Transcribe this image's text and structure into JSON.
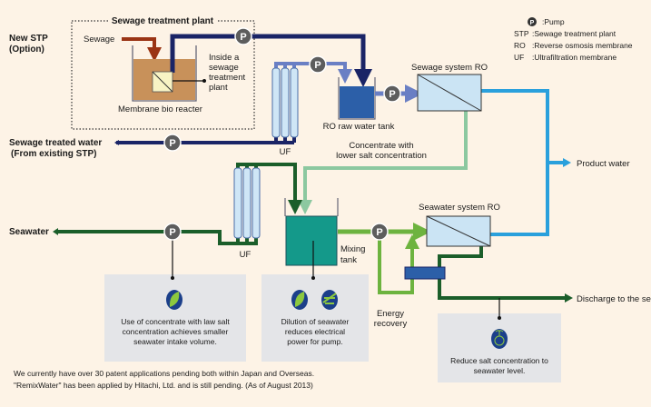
{
  "legend": {
    "pump_symbol": "P",
    "items": [
      {
        "key": "P",
        "desc": ":Pump"
      },
      {
        "key": "STP",
        "desc": ":Sewage treatment plant"
      },
      {
        "key": "RO",
        "desc": ":Reverse osmosis membrane"
      },
      {
        "key": "UF",
        "desc": ":Ultrafiltration membrane"
      }
    ]
  },
  "labels": {
    "new_stp": [
      "New STP",
      "(Option)"
    ],
    "stp_box_title": "Sewage treatment plant",
    "sewage": "Sewage",
    "inside_stp": [
      "Inside a",
      "sewage",
      "treatment",
      "plant"
    ],
    "mbr": "Membrane bio reacter",
    "sewage_treated_water": [
      "Sewage treated water",
      "(From existing STP)"
    ],
    "uf_top": "UF",
    "uf_bottom": "UF",
    "ro_raw_water_tank": "RO raw water tank",
    "sewage_ro": "Sewage system RO",
    "concentrate": [
      "Concentrate with",
      "lower salt concentration"
    ],
    "product_water": "Product water",
    "seawater": "Seawater",
    "mixing_tank": [
      "Mixing",
      "tank"
    ],
    "seawater_ro": "Seawater system RO",
    "energy_recovery": [
      "Energy",
      "recovery"
    ],
    "discharge": "Discharge to the sea",
    "pump": "P"
  },
  "benefits": [
    {
      "icons": [
        "leaf-icon"
      ],
      "lines": [
        "Use of concentrate with law salt",
        "concentration achieves smaller",
        "seawater intake volume."
      ]
    },
    {
      "icons": [
        "leaf-icon",
        "energy-icon"
      ],
      "lines": [
        "Dilution of seawater",
        "reduces electrical",
        "power for pump."
      ]
    },
    {
      "icons": [
        "globe-sprout-icon"
      ],
      "lines": [
        "Reduce salt concentration to",
        "seawater level."
      ]
    }
  ],
  "footer": [
    "We currently have over 30 patent applications pending both within Japan and Overseas.",
    "\"RemixWater\" has been applied by Hitachi, Ltd. and is still pending. (As of August 2013)"
  ],
  "colors": {
    "background": "#fdf3e6",
    "sewage_pipe": "#1a2466",
    "uf_outlet_pipe": "#6a7fc4",
    "product_water": "#2aa0dc",
    "concentrate_low_salt": "#8cc8a0",
    "seawater_pipe": "#1b5e2a",
    "mixed_water": "#6db33f",
    "mixing_tank": "#14998a",
    "ro_tank": "#2c5fa8",
    "sewage_arrow": "#9a3414",
    "mbr_sludge": "#c8915a"
  }
}
